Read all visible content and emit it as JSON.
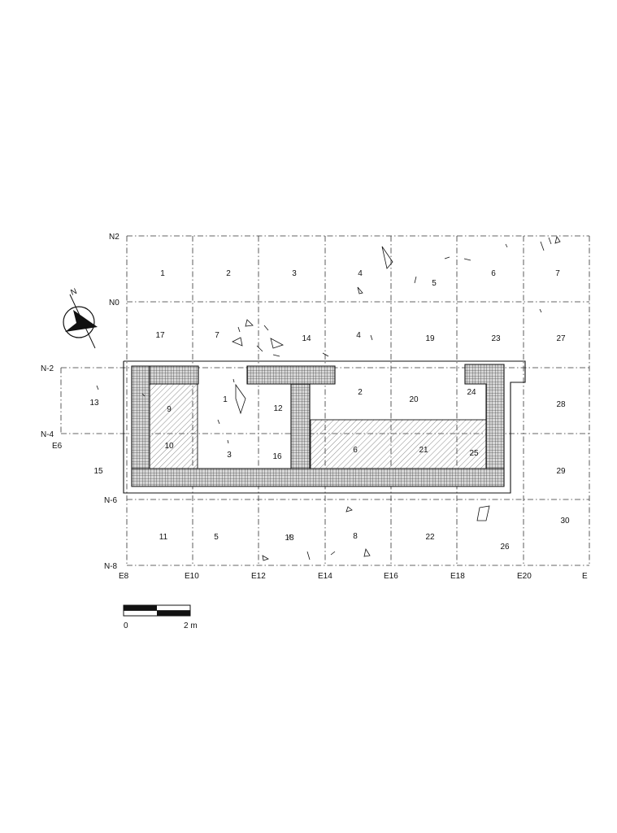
{
  "grid": {
    "x_labels": [
      "E8",
      "E10",
      "E12",
      "E14",
      "E16",
      "E18",
      "E20",
      "E"
    ],
    "y_labels": [
      "N2",
      "N0",
      "N-2",
      "N-4",
      "N-6",
      "N-8"
    ],
    "extra_label": "E6"
  },
  "north_arrow": {
    "label": "N"
  },
  "scale_bar": {
    "start": "0",
    "end": "2 m"
  },
  "square_numbers": [
    "1",
    "2",
    "3",
    "4",
    "5",
    "6",
    "7",
    "17",
    "7",
    "14",
    "4",
    "19",
    "23",
    "27",
    "13",
    "1",
    "2",
    "20",
    "24",
    "28",
    "9",
    "10",
    "12",
    "3",
    "16",
    "6",
    "21",
    "25",
    "15",
    "29",
    "11",
    "5",
    "18",
    "8",
    "22",
    "26",
    "30"
  ]
}
